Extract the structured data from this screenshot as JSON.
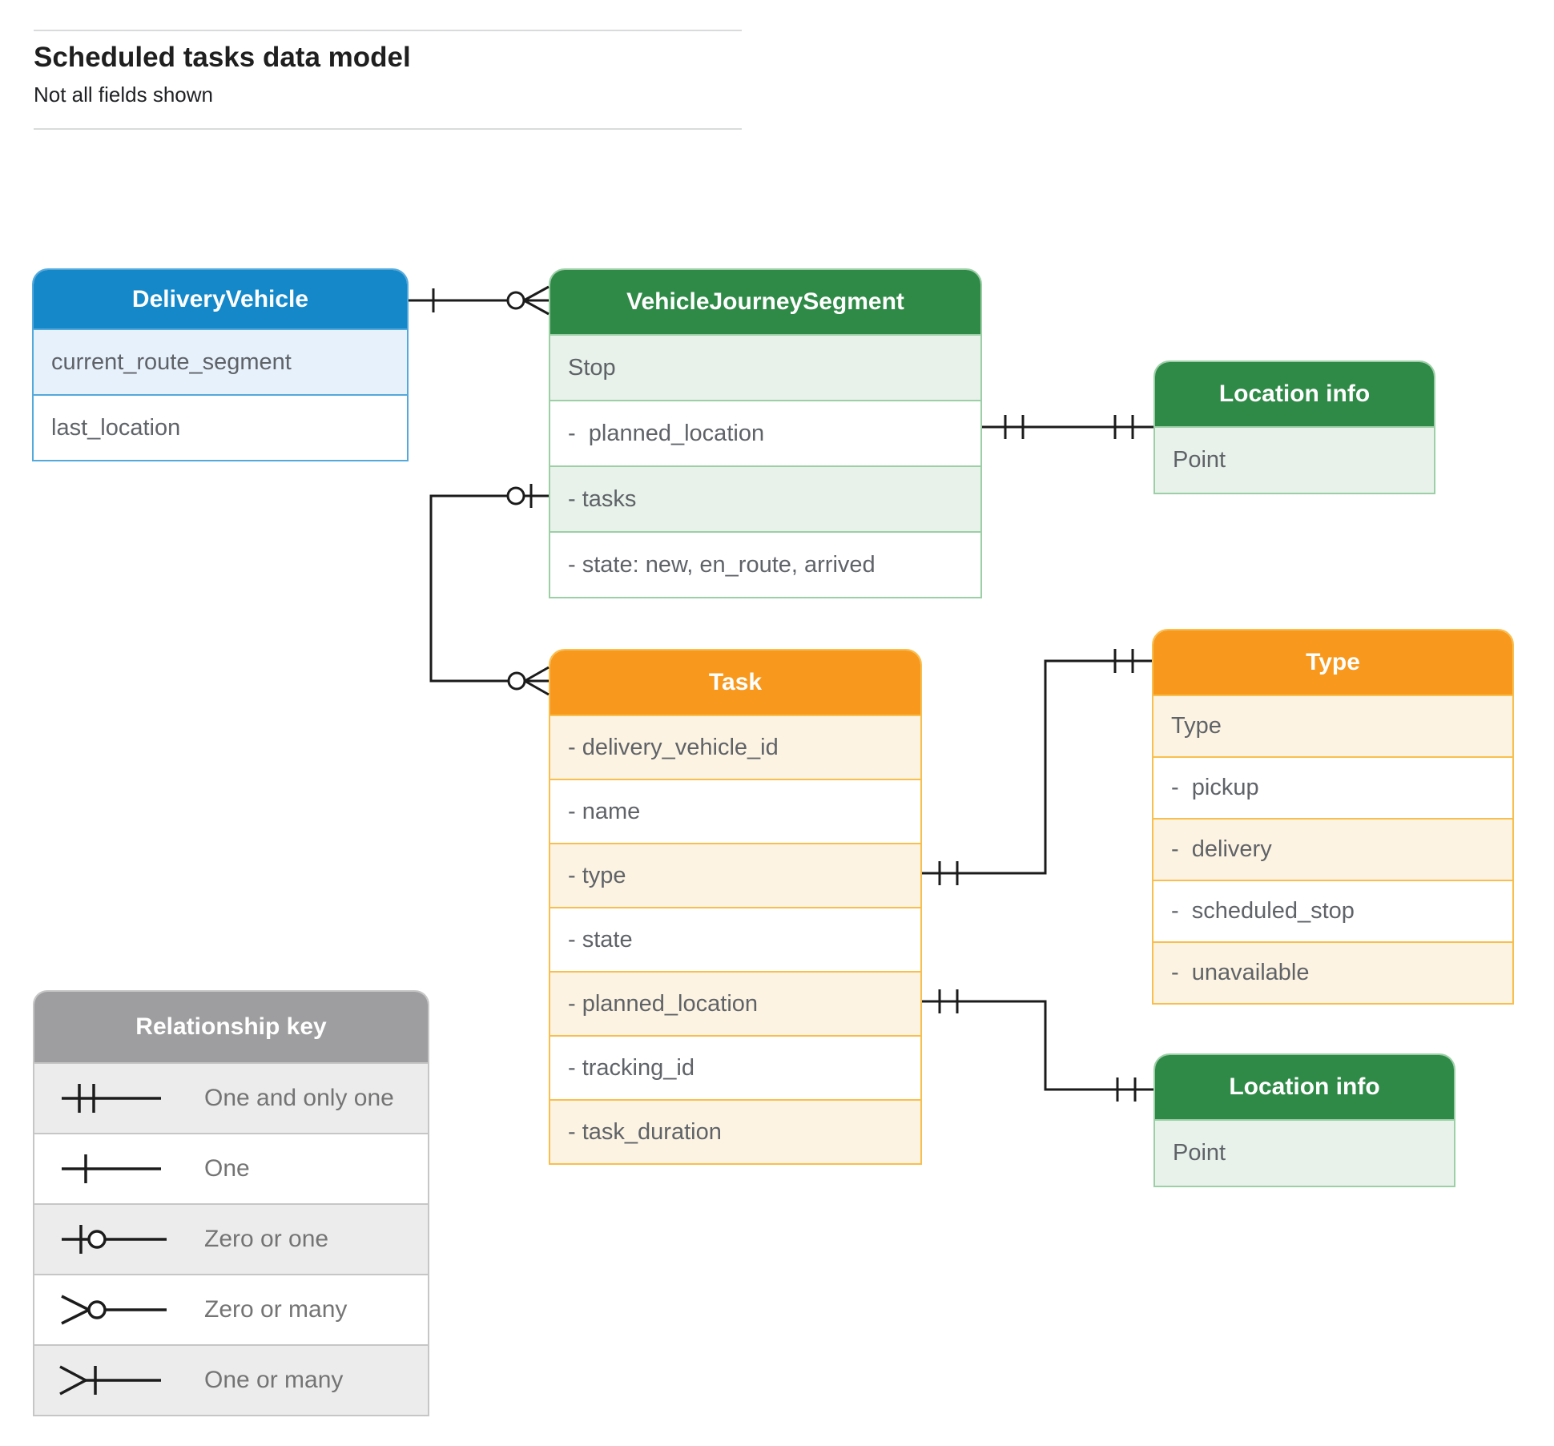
{
  "header": {
    "title": "Scheduled tasks data model",
    "subtitle": "Not all fields shown"
  },
  "colors": {
    "schemes": {
      "blue": {
        "header": "#1488c9",
        "light": "#e7f1fb",
        "border": "#54a9dc"
      },
      "green": {
        "header": "#2f8a47",
        "light": "#e8f2ea",
        "border": "#9ccfa6"
      },
      "orange": {
        "header": "#f8981d",
        "light": "#fdf3e2",
        "border": "#f9bf4e"
      },
      "gray": {
        "header": "#9e9ea0",
        "light": "#ececed",
        "border": "#c6c6c6"
      }
    },
    "connector_line": "#1b1b1b",
    "field_text": "#5f6368",
    "legend_text": "#747474"
  },
  "entities": [
    {
      "id": "delivery-vehicle",
      "title": "DeliveryVehicle",
      "scheme": "blue",
      "fields": [
        "current_route_segment",
        "last_location"
      ]
    },
    {
      "id": "vehicle-journey-segment",
      "title": "VehicleJourneySegment",
      "scheme": "green",
      "fields": [
        "Stop",
        "-  planned_location",
        "- tasks",
        "- state: new, en_route, arrived"
      ]
    },
    {
      "id": "location-info-1",
      "title": "Location info",
      "scheme": "green",
      "fields": [
        "Point"
      ]
    },
    {
      "id": "task",
      "title": "Task",
      "scheme": "orange",
      "fields": [
        "- delivery_vehicle_id",
        "- name",
        "- type",
        "- state",
        "- planned_location",
        "- tracking_id",
        "- task_duration"
      ]
    },
    {
      "id": "type",
      "title": "Type",
      "scheme": "orange",
      "fields": [
        "Type",
        "-  pickup",
        "-  delivery",
        "-  scheduled_stop",
        "-  unavailable"
      ]
    },
    {
      "id": "location-info-2",
      "title": "Location info",
      "scheme": "green",
      "fields": [
        "Point"
      ]
    }
  ],
  "legend": {
    "title": "Relationship key",
    "items": [
      {
        "symbol": "one-and-only-one",
        "label": "One and only one"
      },
      {
        "symbol": "one",
        "label": "One"
      },
      {
        "symbol": "zero-or-one",
        "label": "Zero or one"
      },
      {
        "symbol": "zero-or-many",
        "label": "Zero or many"
      },
      {
        "symbol": "one-or-many",
        "label": "One or many"
      }
    ]
  },
  "relationships": [
    {
      "from": "DeliveryVehicle",
      "to": "VehicleJourneySegment",
      "from_cardinality": "one",
      "to_cardinality": "zero_or_many"
    },
    {
      "from": "VehicleJourneySegment.planned_location",
      "to": "Location info",
      "from_cardinality": "one_and_only_one",
      "to_cardinality": "one_and_only_one"
    },
    {
      "from": "VehicleJourneySegment.tasks",
      "to": "Task",
      "from_cardinality": "zero_or_one",
      "to_cardinality": "zero_or_many"
    },
    {
      "from": "Task.type",
      "to": "Type",
      "from_cardinality": "one_and_only_one",
      "to_cardinality": "one_and_only_one"
    },
    {
      "from": "Task.planned_location",
      "to": "Location info",
      "from_cardinality": "one_and_only_one",
      "to_cardinality": "one_and_only_one"
    }
  ]
}
